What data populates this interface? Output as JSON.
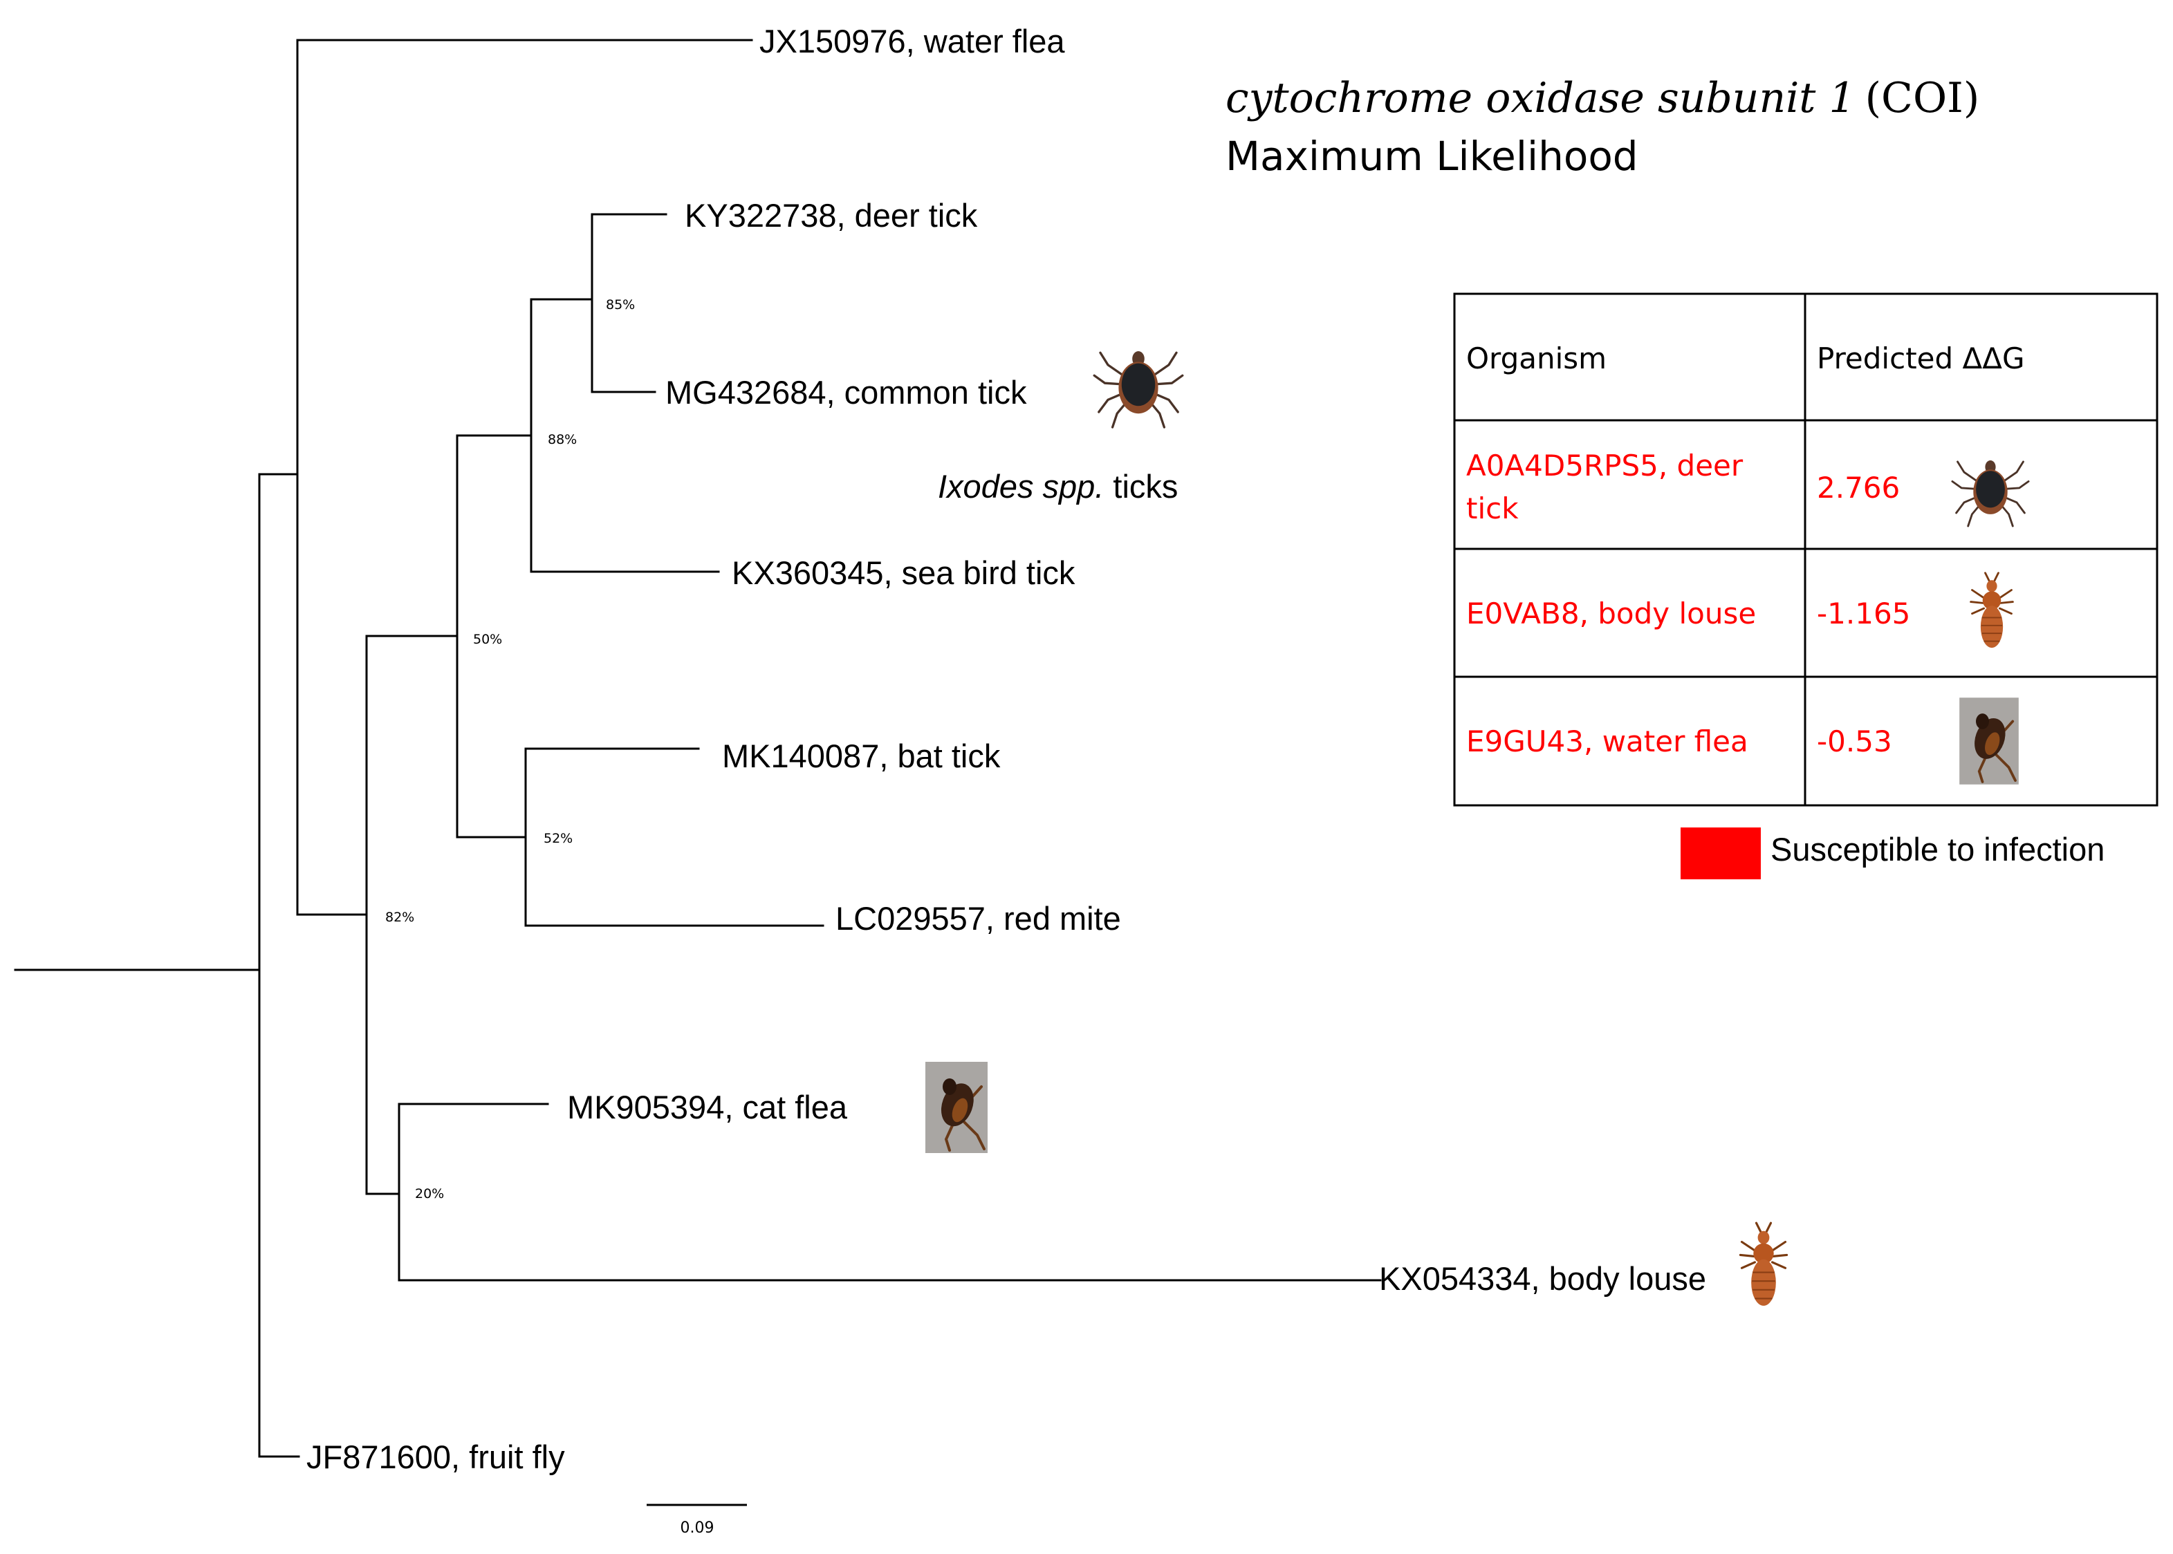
{
  "title": {
    "gene_italic": "cytochrome oxidase subunit 1",
    "gene_abbrev": "(COI)",
    "method": "Maximum Likelihood"
  },
  "tree": {
    "leaves": {
      "water_flea": "JX150976, water flea",
      "deer_tick": "KY322738, deer tick",
      "common_tick": "MG432684, common tick",
      "sea_bird_tick": "KX360345, sea bird tick",
      "bat_tick": "MK140087, bat tick",
      "red_mite": "LC029557, red mite",
      "cat_flea": "MK905394, cat flea",
      "body_louse": "KX054334, body louse",
      "fruit_fly": "JF871600, fruit fly"
    },
    "bootstrap": {
      "deer_common": "85%",
      "ixodes": "88%",
      "ticks_mites": "50%",
      "bat_mite": "52%",
      "arachnid_insect": "82%",
      "flea_louse": "20%"
    },
    "group_label_italic": "Ixodes spp.",
    "group_label_rest": " ticks",
    "scale_bar": "0.09"
  },
  "table": {
    "headers": [
      "Organism",
      "Predicted ΔΔG"
    ],
    "rows": [
      {
        "organism_line1": "A0A4D5RPS5, deer",
        "organism_line2": "tick",
        "ddg": "2.766",
        "icon": "tick-icon"
      },
      {
        "organism_line1": "E0VAB8, body louse",
        "organism_line2": "",
        "ddg": "-1.165",
        "icon": "louse-icon"
      },
      {
        "organism_line1": "E9GU43, water flea",
        "organism_line2": "",
        "ddg": "-0.53",
        "icon": "flea-icon"
      }
    ]
  },
  "legend": {
    "label": "Susceptible to infection",
    "color": "#ff0000"
  },
  "colors": {
    "highlight": "#ff0000",
    "line": "#000000",
    "text": "#000000"
  }
}
